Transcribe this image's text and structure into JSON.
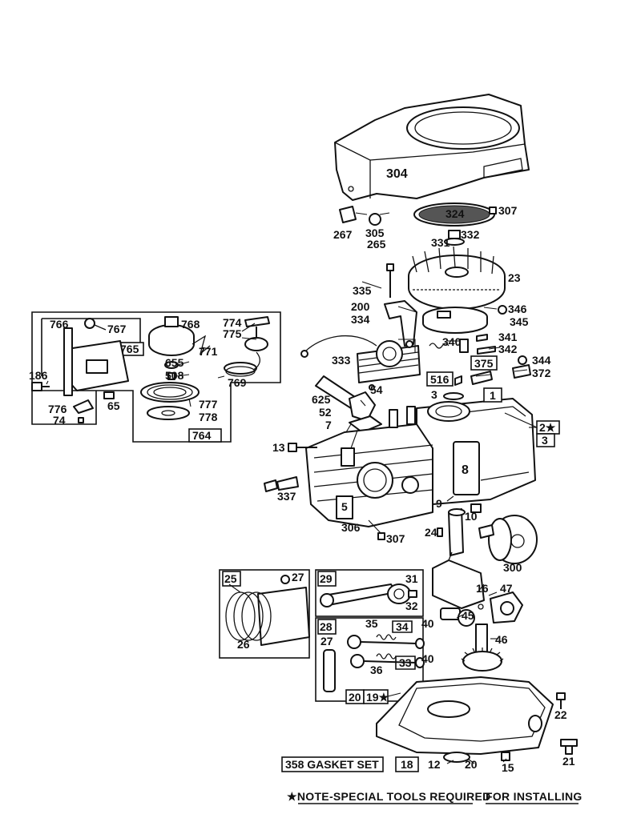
{
  "labels": {
    "l304": "304",
    "l324": "324",
    "l307a": "307",
    "l267": "267",
    "l305": "305",
    "l265": "265",
    "l331": "331",
    "l332": "332",
    "l23": "23",
    "l335": "335",
    "l200": "200",
    "l346": "346",
    "l345": "345",
    "l334": "334",
    "l341": "341",
    "l342": "342",
    "l340": "340",
    "l333": "333",
    "l344": "344",
    "l375": "375",
    "l372": "372",
    "l516": "516",
    "l54": "54",
    "l3a": "3",
    "l1": "1",
    "l625": "625",
    "l52": "52",
    "l7": "7",
    "l2": "2★",
    "l3b": "3",
    "l13": "13",
    "l8": "8",
    "l337": "337",
    "l5": "5",
    "l9": "9",
    "l10": "10",
    "l306": "306",
    "l307b": "307",
    "l24": "24",
    "l300": "300",
    "l766": "766",
    "l767": "767",
    "l768": "768",
    "l774": "774",
    "l775": "775",
    "l765": "765",
    "l771": "771",
    "l655": "655",
    "l508": "508",
    "l769": "769",
    "l186": "186",
    "l777": "777",
    "l778": "778",
    "l776": "776",
    "l65": "65",
    "l74": "74",
    "l764": "764",
    "l25": "25",
    "l27a": "27",
    "l26": "26",
    "l29": "29",
    "l31": "31",
    "l32": "32",
    "l16": "16",
    "l47": "47",
    "l45": "45",
    "l28": "28",
    "l35": "35",
    "l34": "34",
    "l40a": "40",
    "l27b": "27",
    "l46": "46",
    "l36": "36",
    "l33": "33",
    "l40b": "40",
    "l20a": "20",
    "l19": "19★",
    "l22": "22",
    "l358": "358 GASKET SET",
    "l18": "18",
    "l12": "12",
    "l20b": "20",
    "l15": "15",
    "l21": "21"
  },
  "footer": {
    "note": "★NOTE-SPECIAL TOOLS REQUIRED",
    "install": "FOR INSTALLING"
  }
}
